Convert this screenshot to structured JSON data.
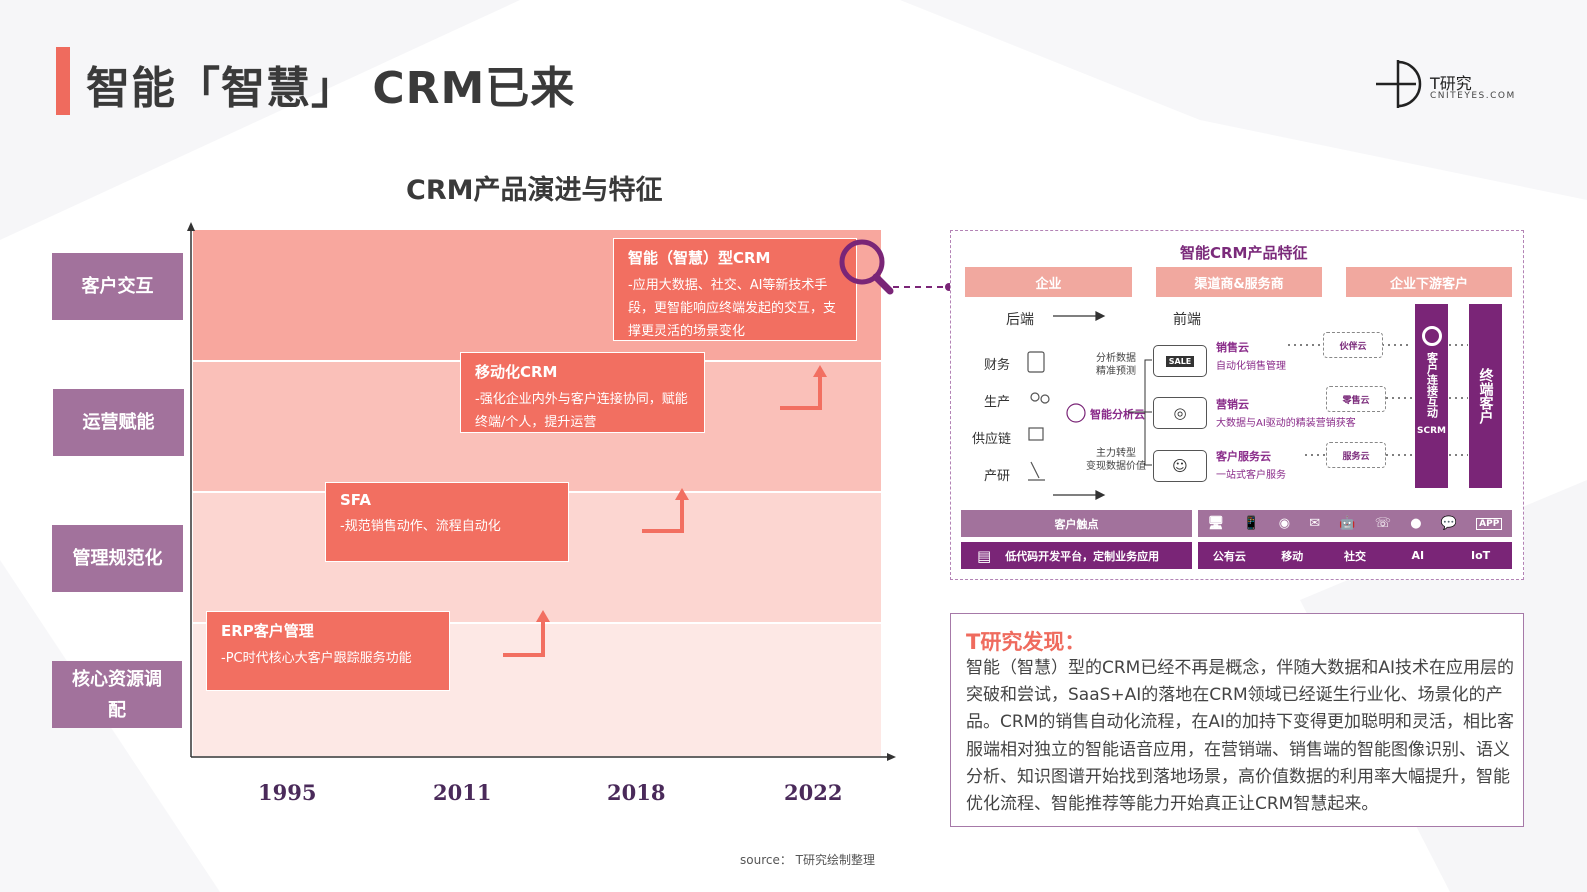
{
  "header": {
    "title": "智能「智慧」 CRM已来",
    "logo_name": "T研究",
    "logo_sub": "CNITEYES.COM"
  },
  "evolution": {
    "title": "CRM产品演进与特征",
    "y_labels": [
      "客户交互",
      "运营赋能",
      "管理规范化",
      "核心资源调配"
    ],
    "years": [
      "1995",
      "2011",
      "2018",
      "2022"
    ],
    "stages": [
      {
        "title": "ERP客户管理",
        "desc": "-PC时代核心大客户跟踪服务功能"
      },
      {
        "title": "SFA",
        "desc": "-规范销售动作、流程自动化"
      },
      {
        "title": "移动化CRM",
        "desc": "-强化企业内外与客户连接协同，赋能终端/个人，提升运营"
      },
      {
        "title": "智能（智慧）型CRM",
        "desc": "-应用大数据、社交、AI等新技术手段，更智能响应终端发起的交互，支撑更灵活的场景变化"
      }
    ]
  },
  "features": {
    "title": "智能CRM产品特征",
    "tabs": [
      "企业",
      "渠道商&服务商",
      "企业下游客户"
    ],
    "backend": "后端",
    "frontend": "前端",
    "left_items": [
      "财务",
      "生产",
      "供应链",
      "产研"
    ],
    "notes": [
      "分析数据\n精准预测",
      "主力转型\n变现数据价值"
    ],
    "analysis_cloud": "智能分析云",
    "clouds": [
      {
        "name": "销售云",
        "desc": "自动化销售管理",
        "icon": "SALE"
      },
      {
        "name": "营销云",
        "desc": "大数据与AI驱动的精装营销获客",
        "icon": "◎"
      },
      {
        "name": "客户服务云",
        "desc": "一站式客户服务",
        "icon": "☺"
      }
    ],
    "pills": [
      "伙伴云",
      "零售云",
      "服务云"
    ],
    "scrm_text": "客户连接互动",
    "scrm_label": "SCRM",
    "end_customer": "终端客户",
    "touchpoint": "客户触点",
    "icons": [
      "🖥",
      "📱",
      "◉",
      "✉",
      "🤖",
      "☏",
      "",
      "💬",
      "APP"
    ],
    "lowcode": "低代码开发平台，定制业务应用",
    "bottom_items": [
      "公有云",
      "移动",
      "社交",
      "AI",
      "IoT"
    ]
  },
  "findings": {
    "title": "T研究发现：",
    "body": "智能（智慧）型的CRM已经不再是概念，伴随大数据和AI技术在应用层的突破和尝试，SaaS+AI的落地在CRM领域已经诞生行业化、场景化的产品。CRM的销售自动化流程，在AI的加持下变得更加聪明和灵活，相比客服端相对独立的智能语音应用，在营销端、销售端的智能图像识别、语义分析、知识图谱开始找到落地场景，高价值数据的利用率大幅提升，智能优化流程、智能推荐等能力开始真正让CRM智慧起来。"
  },
  "source": "source：  T研究绘制整理",
  "colors": {
    "accent": "#ef6b5e",
    "purple": "#7a2577",
    "label_bg": "#a2729c"
  }
}
